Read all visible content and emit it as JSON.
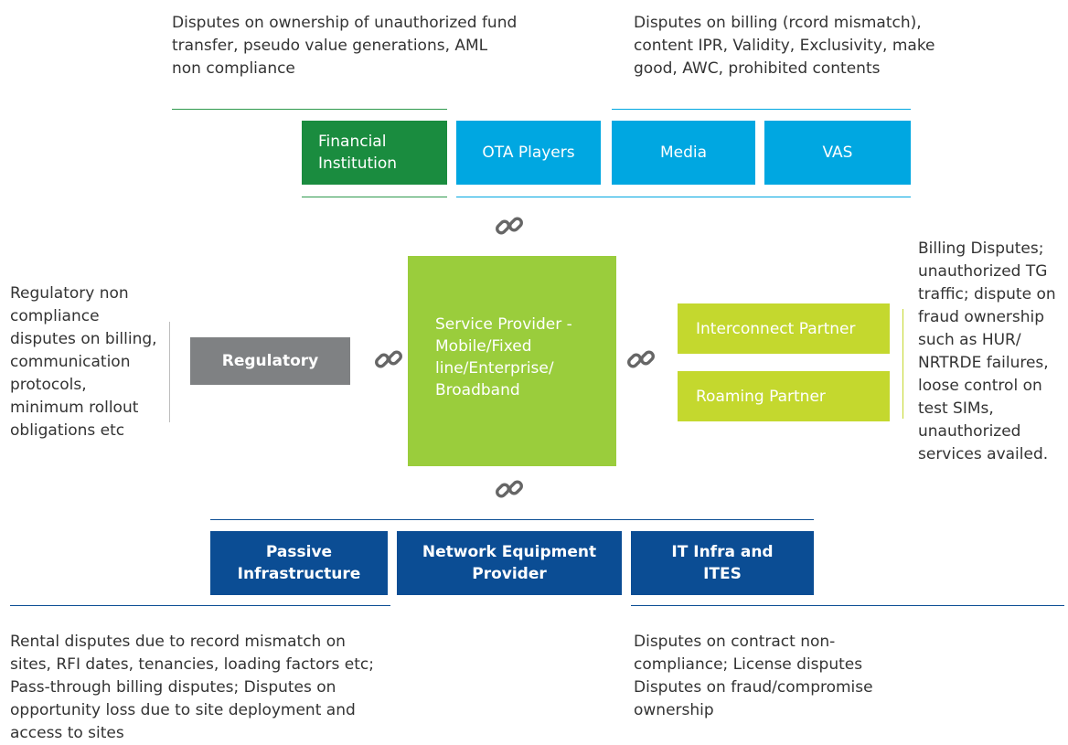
{
  "colors": {
    "green_dark": "#1a8c3f",
    "cyan": "#00a7e1",
    "lime": "#9acd3c",
    "lime_bright": "#c4d82e",
    "grey": "#7f8183",
    "navy": "#0b4d94",
    "line_green": "#2f9a4e",
    "line_cyan": "#00a7e1",
    "line_navy": "#0b4d94",
    "line_lime": "#c4d82e",
    "line_grey": "#bdbdbd"
  },
  "notes": {
    "top_left": "Disputes on ownership of unauthorized fund transfer, pseudo value generations, AML non compliance",
    "top_right": "Disputes on billing (rcord mismatch), content IPR, Validity, Exclusivity, make good, AWC, prohibited contents",
    "left": "Regulatory non compliance disputes on billing, communication protocols, minimum rollout obligations etc",
    "right": "Billing Disputes; unauthorized TG traffic; dispute on fraud ownership such as HUR/ NRTRDE failures, loose control on test SIMs, unauthorized services availed.",
    "bottom_left": "Rental disputes due to record mismatch on sites, RFI dates, tenancies, loading factors etc; Pass-through billing disputes; Disputes on opportunity loss due to site deployment and access to sites",
    "bottom_right": "Disputes on contract non-compliance; License disputes Disputes on fraud/compromise ownership"
  },
  "boxes": {
    "financial_institution": "Financial Institution",
    "ota_players": "OTA Players",
    "media": "Media",
    "vas": "VAS",
    "service_provider": "Service Provider - Mobile/Fixed line/Enterprise/ Broadband",
    "regulatory": "Regulatory",
    "interconnect_partner": "Interconnect Partner",
    "roaming_partner": "Roaming Partner",
    "passive_infrastructure": "Passive Infrastructure",
    "network_equipment_provider": "Network Equipment Provider",
    "it_infra": "IT Infra and ITES"
  },
  "icons": {
    "link": "chain-link-icon"
  }
}
